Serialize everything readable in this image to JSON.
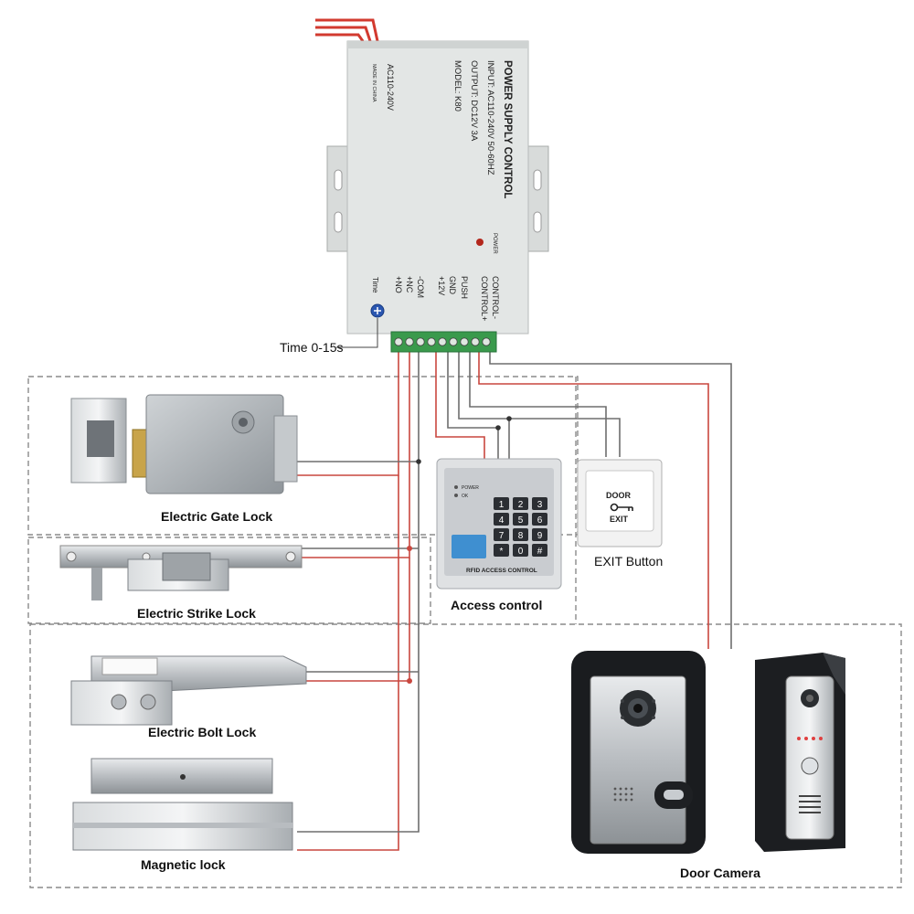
{
  "power_supply": {
    "title": "POWER SUPPLY CONTROL",
    "input": "INPUT: AC110-240V  50-60HZ",
    "output": "OUTPUT: DC12V  3A",
    "model": "MODEL:  K80",
    "ac_label": "AC110-240V",
    "made_in": "MADE IN CHINA",
    "power_led_label": "POWER",
    "time_label": "Time",
    "terminals_left": [
      "+NO",
      "+NC",
      "-COM",
      "+12V",
      "GND",
      "PUSH",
      "CONTROL+",
      "CONTROL-"
    ],
    "time_range": "Time 0-15s"
  },
  "devices": {
    "gate_lock": "Electric Gate Lock",
    "strike_lock": "Electric Strike Lock",
    "bolt_lock": "Electric Bolt Lock",
    "magnetic_lock": "Magnetic lock",
    "access_control": "Access control",
    "exit_button": "EXIT Button",
    "door_camera": "Door  Camera"
  },
  "keypad": {
    "keys": [
      "1",
      "2",
      "3",
      "4",
      "5",
      "6",
      "7",
      "8",
      "9",
      "*",
      "0",
      "#"
    ],
    "footer": "RFID ACCESS CONTROL",
    "power_label": "POWER",
    "ok_label": "OK"
  },
  "exit_button": {
    "line1": "DOOR",
    "line2": "EXIT"
  },
  "colors": {
    "wire_red": "#c9473f",
    "wire_gray": "#6e6e6e",
    "psu_body": "#e3e6e5",
    "terminal_green": "#3a9a4c",
    "title_blue": "#213a8a"
  }
}
